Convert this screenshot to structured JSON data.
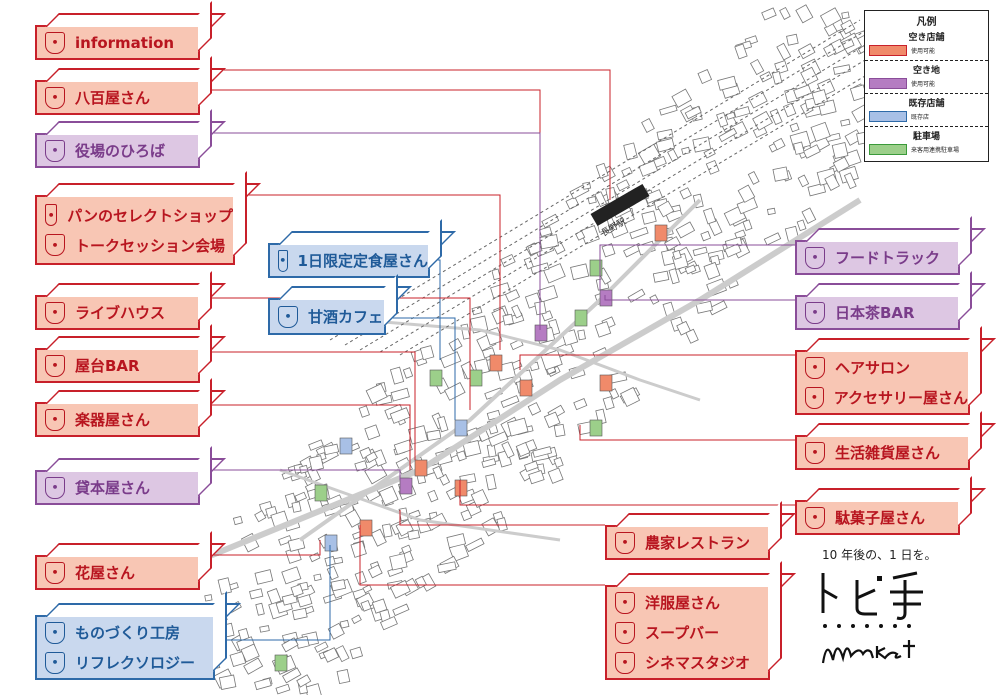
{
  "map": {
    "station": "長野駅"
  },
  "labels": {
    "information": [
      {
        "text": "information",
        "icon": "info-icon"
      }
    ],
    "yaoya": [
      {
        "text": "八百屋さん",
        "icon": "vegetable-icon"
      }
    ],
    "hiroba": [
      {
        "text": "役場のひろば",
        "icon": "bench-icon"
      }
    ],
    "pan": [
      {
        "text": "パンのセレクトショップ",
        "icon": "bread-icon"
      },
      {
        "text": "トークセッション会場",
        "icon": "microphone-icon"
      }
    ],
    "teishoku": [
      {
        "text": "1日限定定食屋さん",
        "icon": "rice-bowl-icon"
      }
    ],
    "live": [
      {
        "text": "ライブハウス",
        "icon": "speaker-icon"
      }
    ],
    "amazake": [
      {
        "text": "甘酒カフェ",
        "icon": "cup-icon"
      }
    ],
    "yatai": [
      {
        "text": "屋台BAR",
        "icon": "glass-icon"
      }
    ],
    "gakki": [
      {
        "text": "楽器屋さん",
        "icon": "guitar-icon"
      }
    ],
    "kashihon": [
      {
        "text": "貸本屋さん",
        "icon": "book-icon"
      }
    ],
    "hana": [
      {
        "text": "花屋さん",
        "icon": "flower-icon"
      }
    ],
    "monozukuri": [
      {
        "text": "ものづくり工房",
        "icon": "tools-icon"
      },
      {
        "text": "リフレクソロジー",
        "icon": "foot-icon"
      }
    ],
    "food": [
      {
        "text": "フードトラック",
        "icon": "truck-icon"
      }
    ],
    "nihoncha": [
      {
        "text": "日本茶BAR",
        "icon": "tea-icon"
      }
    ],
    "hair": [
      {
        "text": "ヘアサロン",
        "icon": "scissors-icon"
      },
      {
        "text": "アクセサリー屋さん",
        "icon": "accessory-icon"
      }
    ],
    "zakka": [
      {
        "text": "生活雑貨屋さん",
        "icon": "bag-icon"
      }
    ],
    "dagashi": [
      {
        "text": "駄菓子屋さん",
        "icon": "candy-icon"
      }
    ],
    "nouka": [
      {
        "text": "農家レストラン",
        "icon": "plate-icon"
      }
    ],
    "youfuku": [
      {
        "text": "洋服屋さん",
        "icon": "shirt-icon"
      },
      {
        "text": "スープバー",
        "icon": "soup-icon"
      },
      {
        "text": "シネマスタジオ",
        "icon": "film-icon"
      }
    ]
  },
  "legend": {
    "title": "凡例",
    "items": [
      {
        "heading": "空き店舗",
        "note": "使用可能",
        "color": "#f08a6a",
        "border": "#c8202a"
      },
      {
        "heading": "空き地",
        "note": "使用可能",
        "color": "#b57cc2",
        "border": "#8a4d99"
      },
      {
        "heading": "既存店舗",
        "note": "既存店",
        "color": "#a8c0e6",
        "border": "#2e6aa8"
      },
      {
        "heading": "駐車場",
        "note": "来客用連携駐車場",
        "color": "#9ccf8a",
        "border": "#3a9a3a"
      }
    ]
  },
  "tagline": "10 年後の、1 日を。",
  "logo": {
    "title": "トビ手",
    "subtitle": "market"
  },
  "colors": {
    "red": "#c8202a",
    "purple": "#8a4d99",
    "blue": "#2e6aa8",
    "green": "#3a9a3a"
  }
}
